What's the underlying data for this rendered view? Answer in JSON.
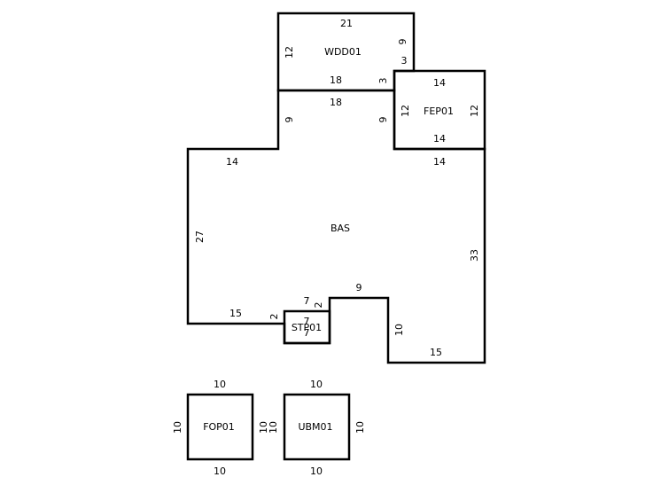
{
  "areas": {
    "wdd01": "WDD01",
    "fep01": "FEP01",
    "bas": "BAS",
    "stp01": "STP01",
    "fop01": "FOP01",
    "ubm01": "UBM01"
  },
  "dims": {
    "wdd_top": "21",
    "wdd_left": "12",
    "wdd_right_9": "9",
    "wdd_right_3": "3",
    "wdd_bottom": "18",
    "wdd_3": "3",
    "fep_top": "14",
    "fep_left": "12",
    "fep_right": "12",
    "fep_bottom": "14",
    "bas_top_18": "18",
    "bas_9_left": "9",
    "bas_9_right": "9",
    "bas_14_left": "14",
    "bas_14_right": "14",
    "bas_27": "27",
    "bas_33": "33",
    "bas_15_left": "15",
    "bas_2_a": "2",
    "bas_7_top": "7",
    "bas_2_b": "2",
    "bas_9_notch": "9",
    "bas_10": "10",
    "bas_15_bottom": "15",
    "stp_7_a": "7",
    "stp_7_b": "7",
    "fop_top": "10",
    "fop_left": "10",
    "fop_right": "10",
    "fop_bottom": "10",
    "ubm_top": "10",
    "ubm_left": "10",
    "ubm_right": "10",
    "ubm_bottom": "10"
  }
}
